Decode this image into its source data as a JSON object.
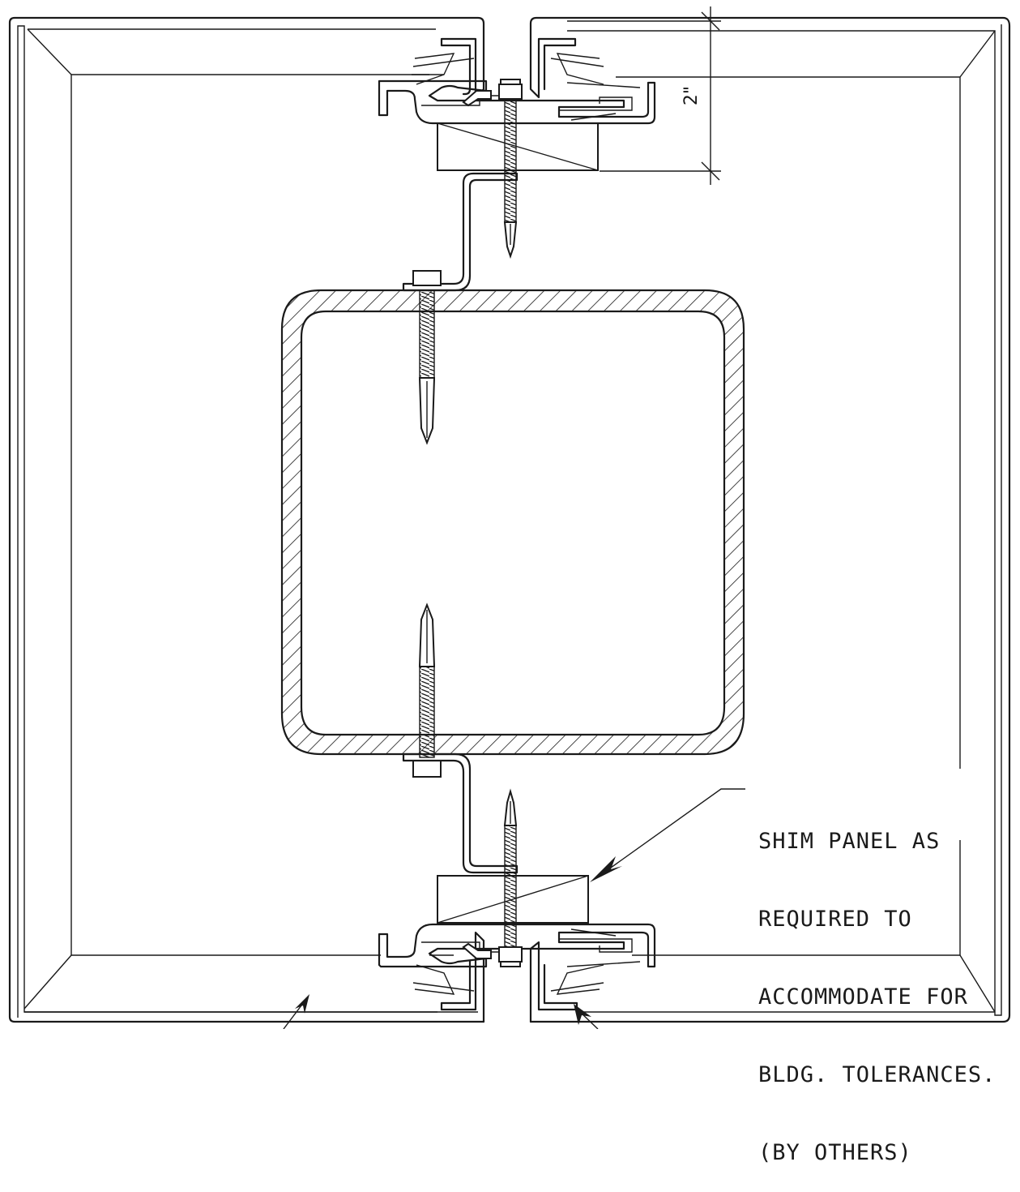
{
  "dimension_label": "2\"",
  "callout": {
    "lines": [
      "SHIM PANEL AS",
      "REQUIRED TO",
      "ACCOMMODATE FOR",
      "BLDG. TOLERANCES.",
      "(BY OTHERS)"
    ]
  },
  "colors": {
    "line": "#1a1a1a",
    "background": "#ffffff"
  }
}
